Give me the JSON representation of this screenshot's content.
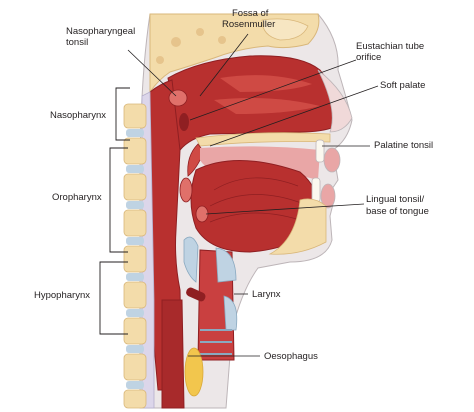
{
  "labels": {
    "fossa_line1": "Fossa of",
    "fossa_line2": "Rosenmuller",
    "nasopharyngeal_line1": "Nasopharyngeal",
    "nasopharyngeal_line2": "tonsil",
    "eustachian_line1": "Eustachian tube",
    "eustachian_line2": "orifice",
    "soft_palate": "Soft palate",
    "nasopharynx": "Nasopharynx",
    "palatine_tonsil": "Palatine tonsil",
    "oropharynx": "Oropharynx",
    "lingual_line1": "Lingual tonsil/",
    "lingual_line2": "base of tongue",
    "hypopharynx": "Hypopharynx",
    "larynx": "Larynx",
    "oesophagus": "Oesophagus"
  },
  "colors": {
    "muscle": "#b8302f",
    "muscle_dark": "#8f1f22",
    "mucosa": "#e0706a",
    "bone": "#f3dcaa",
    "bone_dark": "#d9b77a",
    "skin": "#ece7e8",
    "skin_outline": "#bdb5b8",
    "spine_canal": "#dcd6ea",
    "cartilage": "#bfd3e3",
    "fat": "#f2c64d"
  }
}
